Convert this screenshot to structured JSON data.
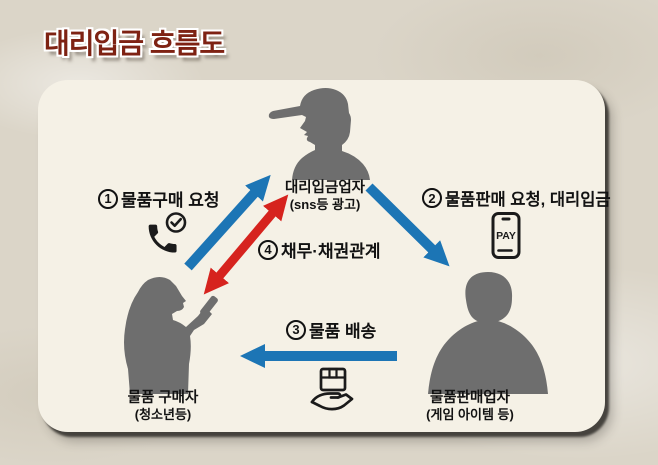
{
  "title": "대리입금 흐름도",
  "actors": {
    "lender": {
      "name": "대리입금업자",
      "subtitle": "(sns등 광고)"
    },
    "buyer": {
      "name": "물품 구매자",
      "subtitle": "(청소년등)"
    },
    "seller": {
      "name": "물품판매업자",
      "subtitle": "(게임 아이템 등)"
    }
  },
  "steps": {
    "s1": {
      "num": "1",
      "label": "물품구매 요청"
    },
    "s2": {
      "num": "2",
      "label": "물품판매 요청, 대리입금"
    },
    "s3": {
      "num": "3",
      "label": "물품 배송"
    },
    "s4": {
      "num": "4",
      "label": "채무·채권관계"
    }
  },
  "icons": {
    "pay_label": "PAY"
  },
  "colors": {
    "background": "#DBD5C8",
    "panel": "#F5F1E6",
    "arrow_blue": "#1C75B5",
    "arrow_red": "#D6231E",
    "silhouette": "#6E6E6E",
    "title": "#7E2213"
  }
}
